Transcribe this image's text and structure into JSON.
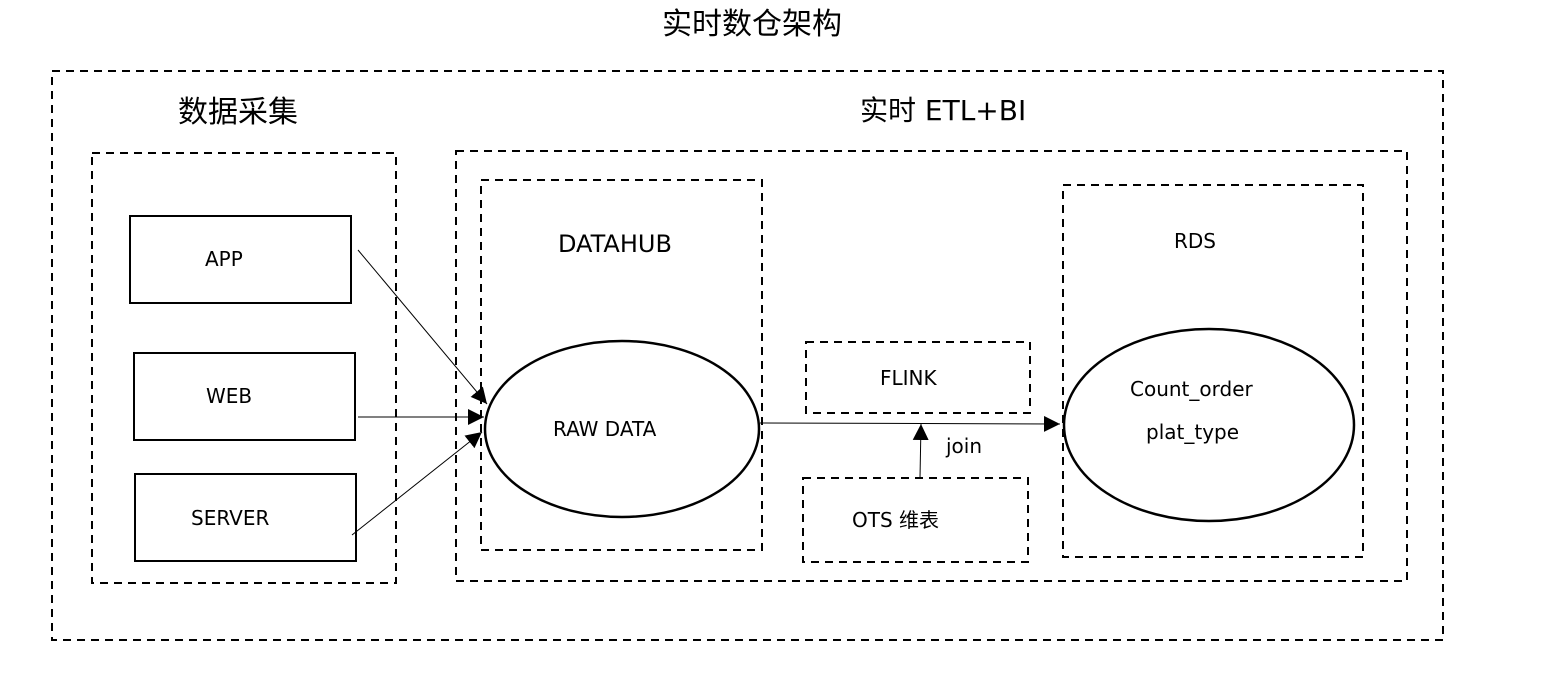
{
  "title": "实时数仓架构",
  "sections": {
    "collection": {
      "label": "数据采集"
    },
    "etl_bi": {
      "label": "实时 ETL+BI"
    }
  },
  "sources": [
    {
      "label": "APP"
    },
    {
      "label": "WEB"
    },
    {
      "label": "SERVER"
    }
  ],
  "datahub": {
    "label": "DATAHUB",
    "node": "RAW DATA"
  },
  "flink": {
    "label": "FLINK"
  },
  "ots": {
    "label": "OTS 维表"
  },
  "join_label": "join",
  "rds": {
    "label": "RDS",
    "fields": [
      "Count_order",
      "plat_type"
    ]
  },
  "colors": {
    "stroke": "#000000",
    "background": "#ffffff"
  }
}
